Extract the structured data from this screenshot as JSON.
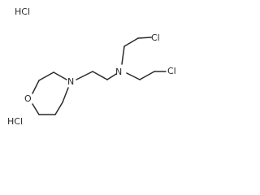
{
  "molecule": {
    "salts": [
      "HCl",
      "HCl"
    ],
    "atoms": {
      "morpholine_oxygen": "O",
      "morpholine_nitrogen": "N",
      "amine_nitrogen": "N",
      "chlorine_upper": "Cl",
      "chlorine_lower": "Cl"
    }
  }
}
